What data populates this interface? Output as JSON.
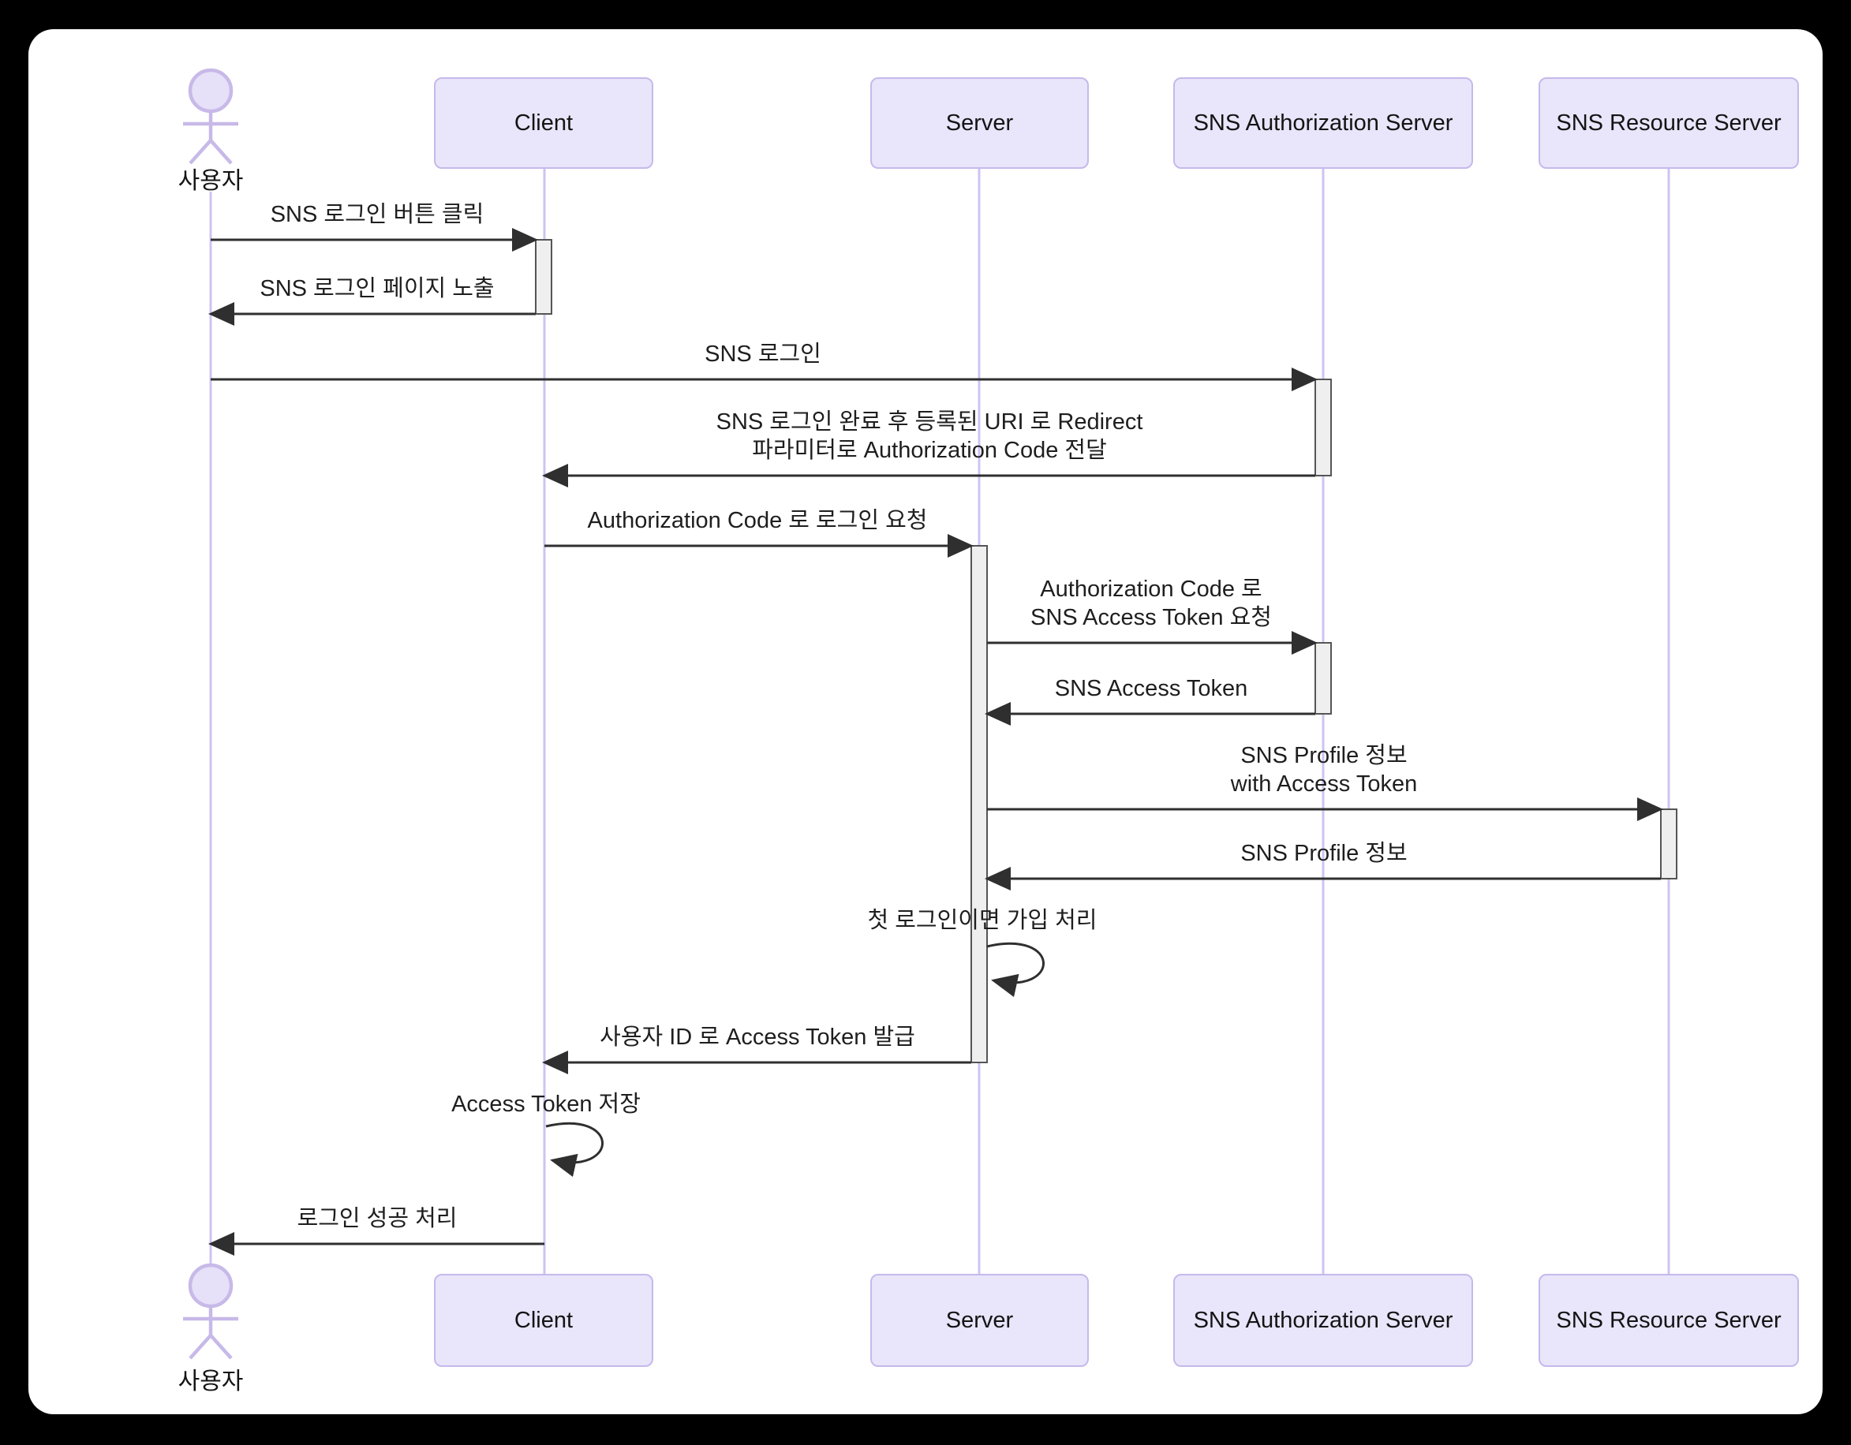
{
  "diagram": {
    "type": "sequence-diagram",
    "actor": {
      "name": "사용자"
    },
    "participants": [
      {
        "id": "client",
        "label": "Client"
      },
      {
        "id": "server",
        "label": "Server"
      },
      {
        "id": "sns-auth",
        "label": "SNS Authorization Server"
      },
      {
        "id": "sns-resource",
        "label": "SNS Resource Server"
      }
    ],
    "messages": [
      {
        "from": "사용자",
        "to": "Client",
        "lines": [
          "SNS 로그인 버튼 클릭"
        ]
      },
      {
        "from": "Client",
        "to": "사용자",
        "lines": [
          "SNS 로그인 페이지 노출"
        ]
      },
      {
        "from": "사용자",
        "to": "SNS Authorization Server",
        "lines": [
          "SNS 로그인"
        ]
      },
      {
        "from": "SNS Authorization Server",
        "to": "Client",
        "lines": [
          "SNS 로그인 완료 후 등록된 URI 로 Redirect",
          "파라미터로 Authorization Code 전달"
        ]
      },
      {
        "from": "Client",
        "to": "Server",
        "lines": [
          "Authorization Code 로 로그인 요청"
        ]
      },
      {
        "from": "Server",
        "to": "SNS Authorization Server",
        "lines": [
          "Authorization Code 로",
          "SNS Access Token 요청"
        ]
      },
      {
        "from": "SNS Authorization Server",
        "to": "Server",
        "lines": [
          "SNS Access Token"
        ]
      },
      {
        "from": "Server",
        "to": "SNS Resource Server",
        "lines": [
          "SNS Profile 정보",
          "with Access Token"
        ]
      },
      {
        "from": "SNS Resource Server",
        "to": "Server",
        "lines": [
          "SNS Profile 정보"
        ]
      },
      {
        "from": "Server",
        "to": "Server",
        "lines": [
          "첫 로그인이면 가입 처리"
        ]
      },
      {
        "from": "Server",
        "to": "Client",
        "lines": [
          "사용자 ID 로 Access Token 발급"
        ]
      },
      {
        "from": "Client",
        "to": "Client",
        "lines": [
          "Access Token 저장"
        ]
      },
      {
        "from": "Client",
        "to": "사용자",
        "lines": [
          "로그인 성공 처리"
        ]
      }
    ],
    "colors": {
      "background": "#000000",
      "canvas": "#FFFFFF",
      "participant_fill": "#E9E5FA",
      "participant_border": "#C6B9EC",
      "lifeline": "#CFC3F1",
      "actor_stroke": "#C7B9E8",
      "actor_head_fill": "#E6E0F8",
      "activation_fill": "#EFEFEF",
      "activation_border": "#555555",
      "arrow": "#2F2F2F",
      "text": "#1E1E1E"
    }
  }
}
